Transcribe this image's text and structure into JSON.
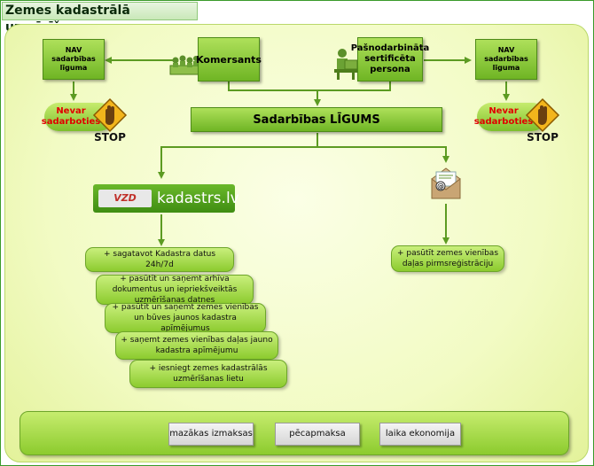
{
  "title": "Zemes kadastrālā uzmērīšana",
  "nodes": {
    "komersants": "Komersants",
    "pasnodarbinata": "Pašnodarbināta sertificēta persona",
    "nav_left": "NAV sadarbības līguma",
    "nav_right": "NAV sadarbības līguma",
    "nevar_left": "Nevar sadarboties",
    "nevar_right": "Nevar sadarboties",
    "ligums": "Sadarbības LĪGUMS"
  },
  "stop_label": "STOP",
  "logo": {
    "vzd": "VZD",
    "text": "kadastrs.lv"
  },
  "services": [
    "+ sagatavot Kadastra datus 24h/7d",
    "+ pasūtīt un saņemt arhīva dokumentus un iepriekšveiktās uzmērīšanas datnes",
    "+ pasūtīt un saņemt zemes vienības un būves jaunos kadastra apīmējumus",
    "+ saņemt zemes vienības daļas jauno kadastra apīmējumu",
    "+ iesniegt zemes kadastrālās uzmērīšanas lietu"
  ],
  "email_service": "+ pasūtīt zemes vienības daļas pirmsreģistrāciju",
  "benefits": [
    "mazākas izmaksas",
    "pēcapmaksa",
    "laika ekonomija"
  ]
}
